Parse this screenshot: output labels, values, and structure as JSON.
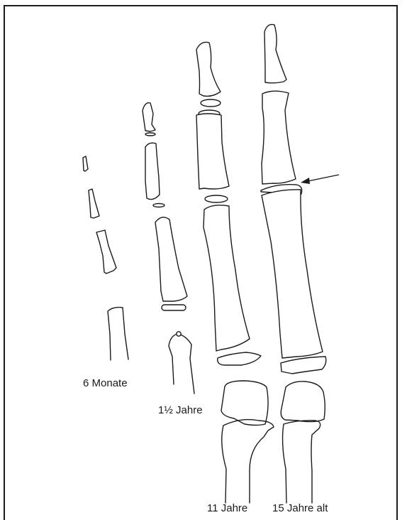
{
  "labels": {
    "age_6_months": "6 Monate",
    "age_1_5_years": "1½ Jahre",
    "age_11_years": "11 Jahre",
    "age_15_years": "15 Jahre alt"
  }
}
